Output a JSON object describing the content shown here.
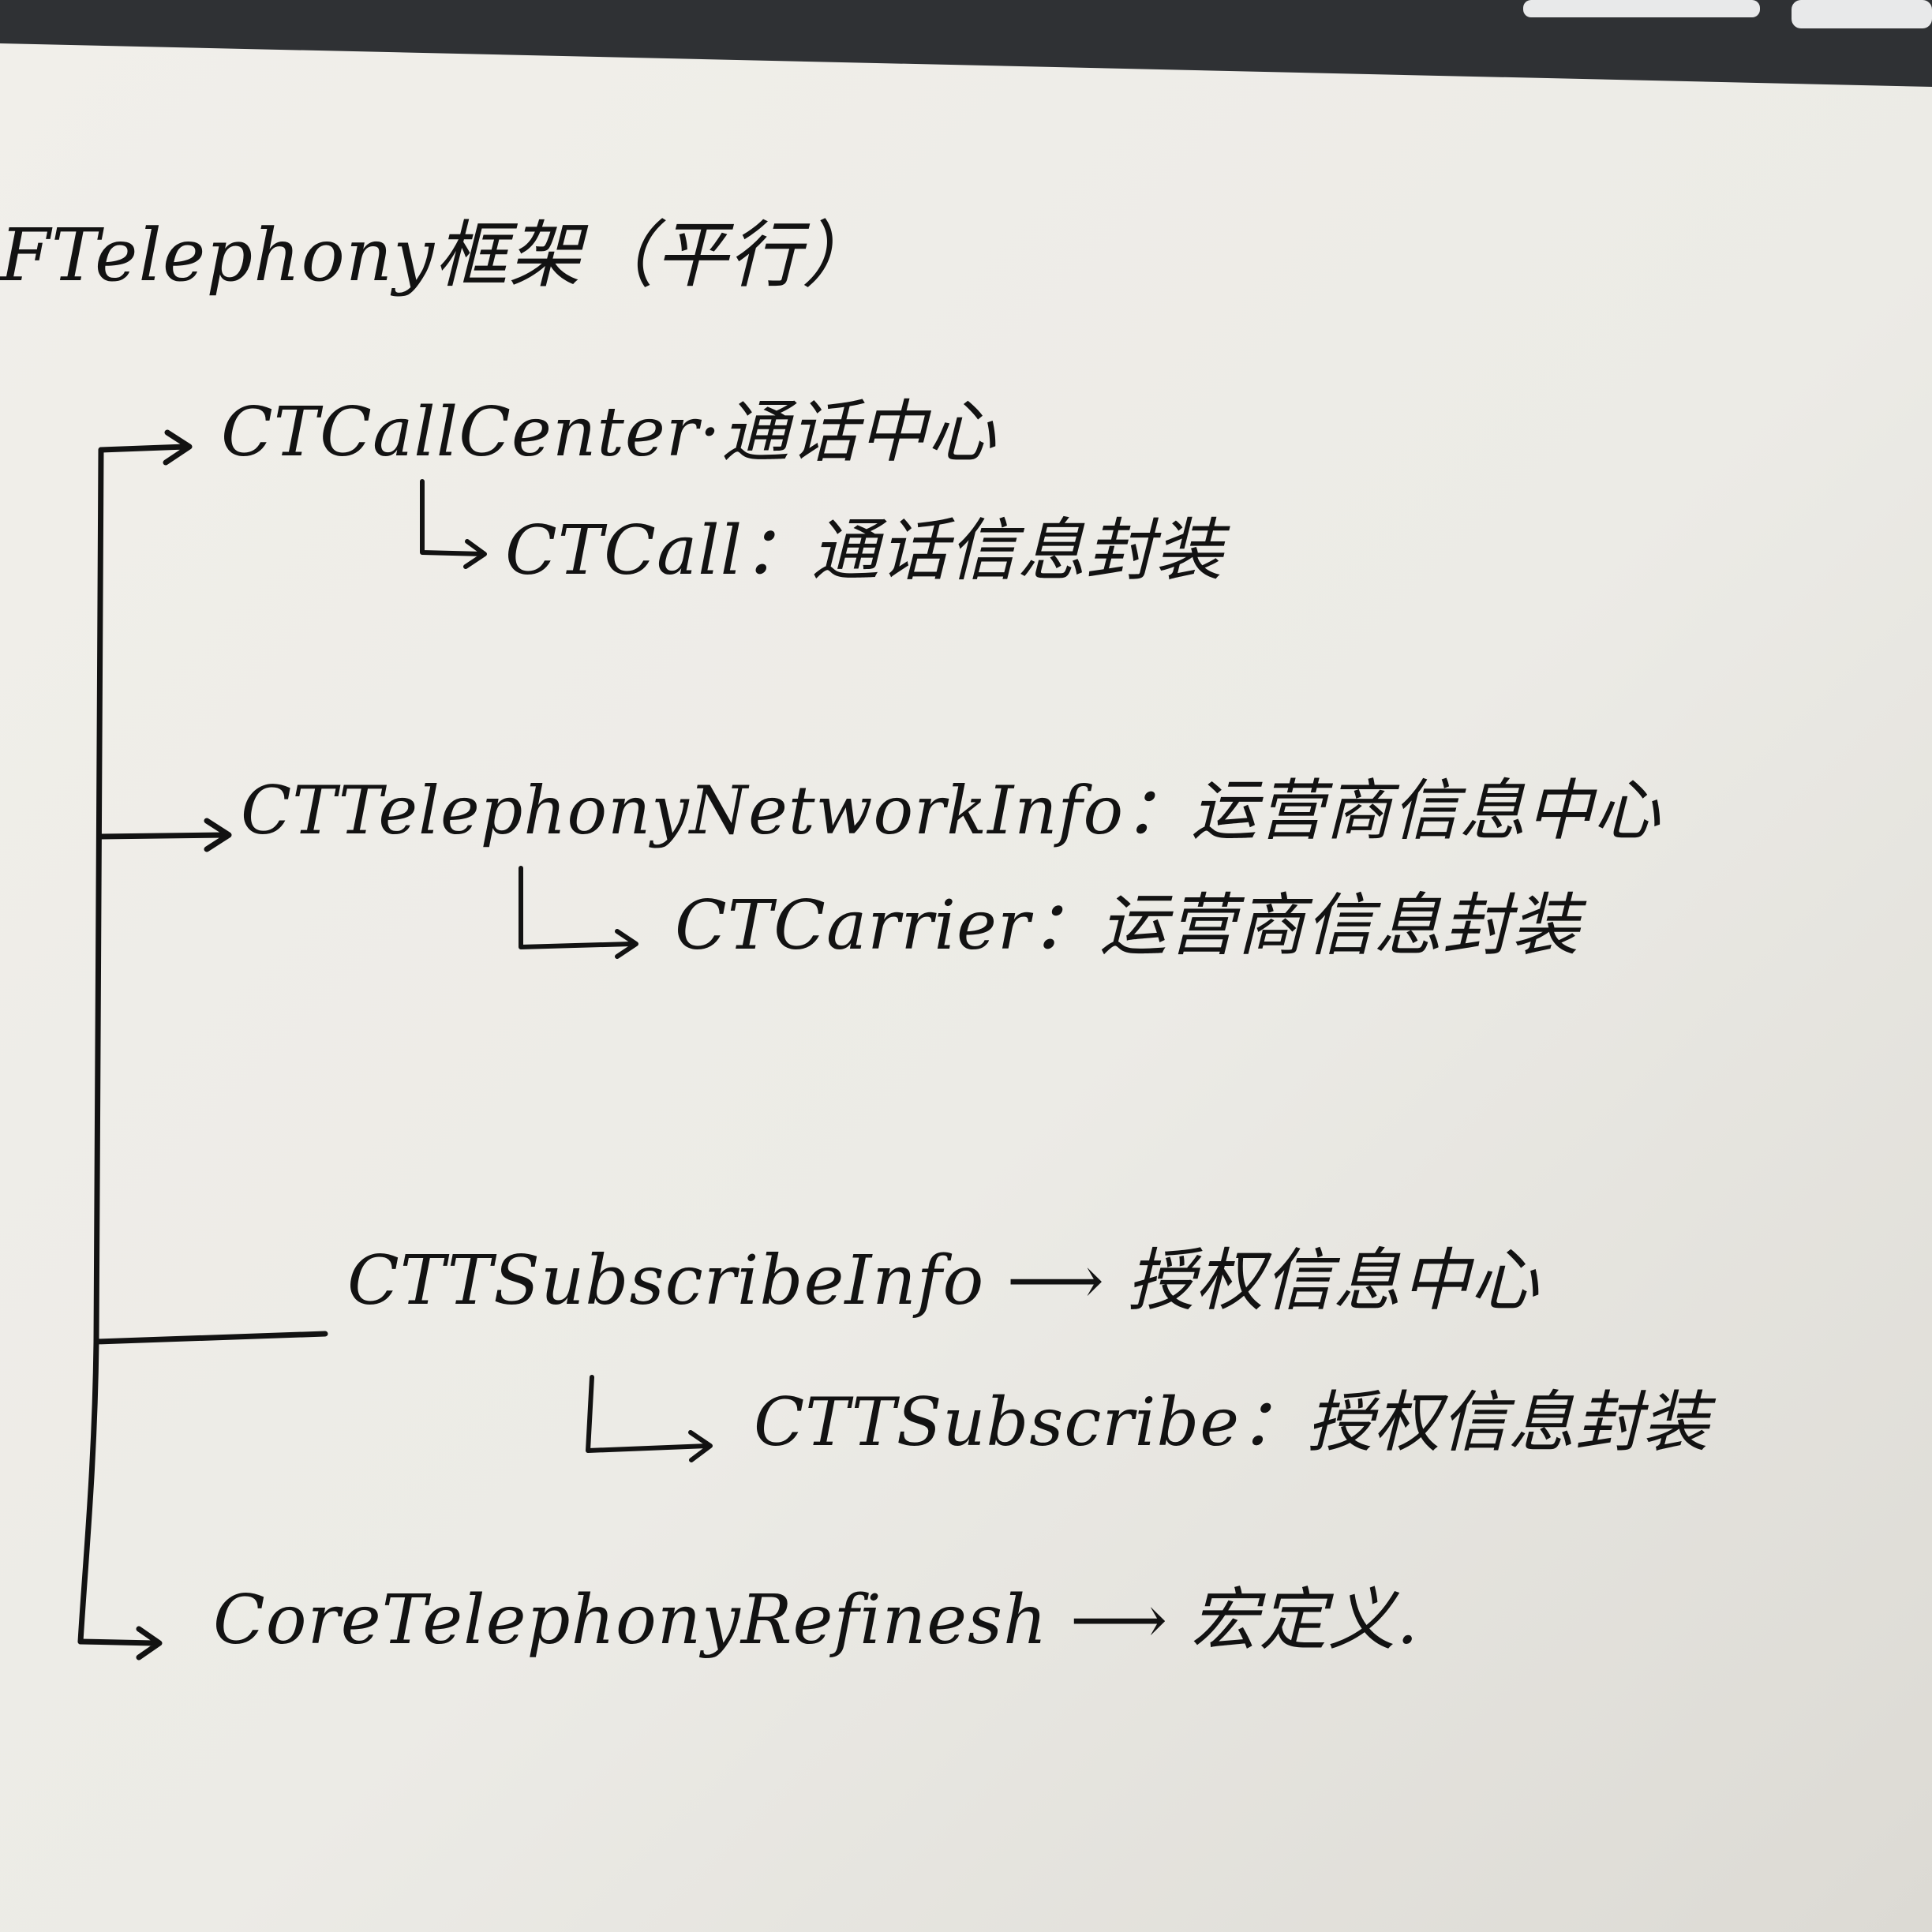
{
  "image": {
    "description_kind": "photo-of-handwritten-note",
    "colors": {
      "paper": "#efede8",
      "paper_shadow": "#d8d6d0",
      "ink": "#121212",
      "keyboard": "#2f3134",
      "key": "#e8e9ea"
    }
  },
  "note": {
    "title": "FTelephony框架（平行）",
    "nodes": [
      {
        "text": "CTCallCenter·通话中心",
        "child": "CTCall：通话信息封装"
      },
      {
        "text": "CTTelephonyNetworkInfo：运营商信息中心",
        "child": "CTCarrier：运营商信息封装"
      },
      {
        "text": "CTTSubscribeInfo ⟶ 授权信息中心",
        "child": "CTTSubscribe：授权信息封装"
      },
      {
        "text": "CoreTelephonyRefinesh ⟶ 宏定义."
      }
    ]
  }
}
